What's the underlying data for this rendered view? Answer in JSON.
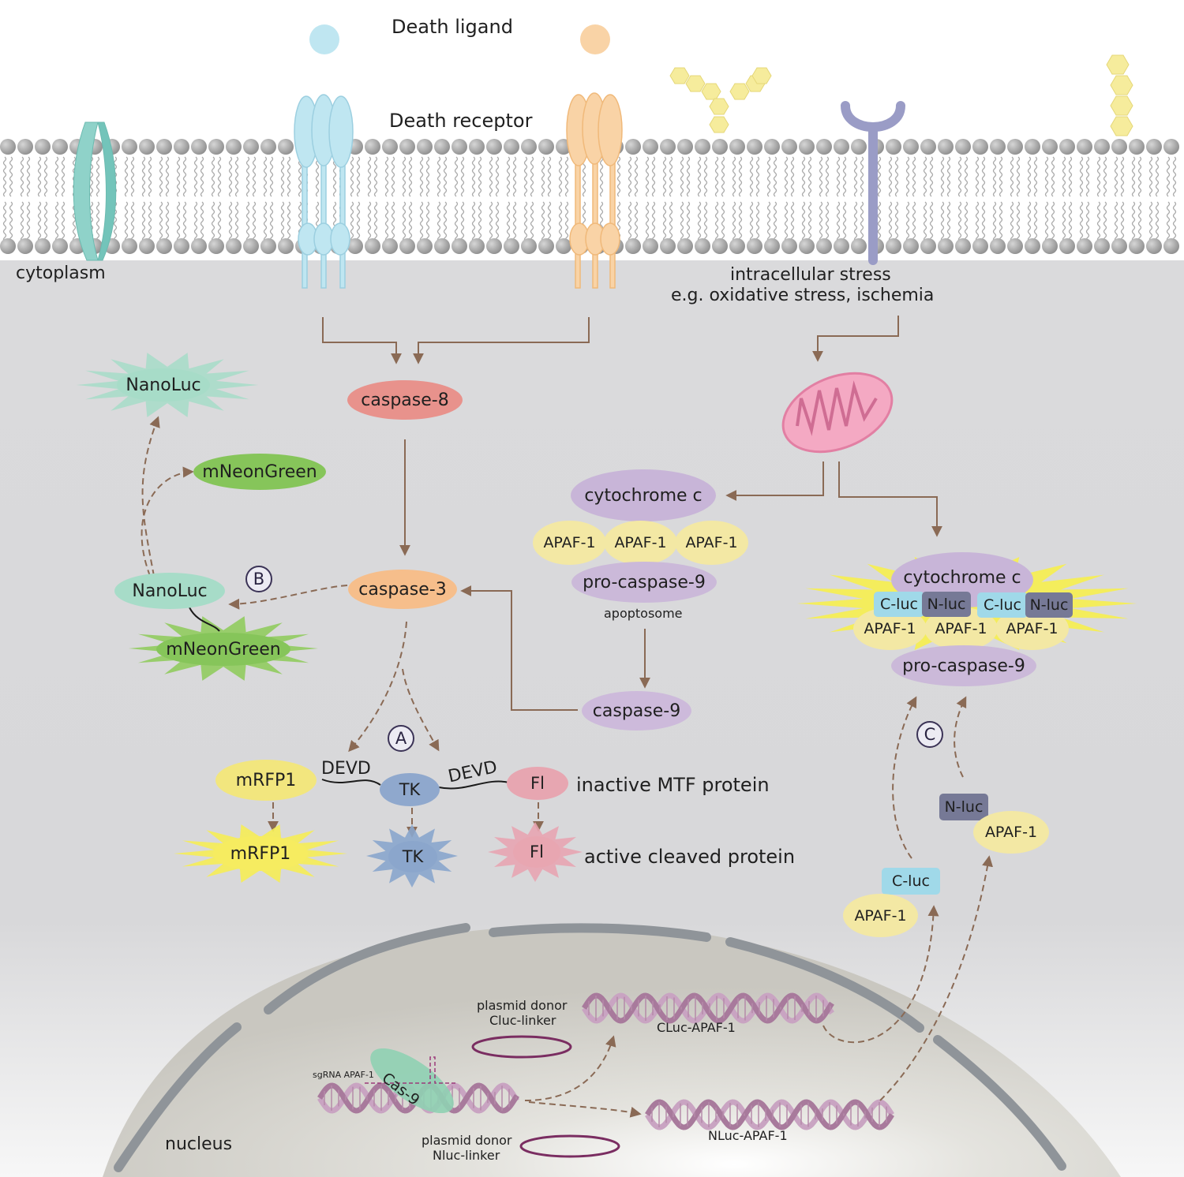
{
  "labels": {
    "death_ligand": "Death ligand",
    "death_receptor": "Death receptor",
    "cytoplasm": "cytoplasm",
    "stress_line1": "intracellular stress",
    "stress_line2": "e.g. oxidative stress, ischemia",
    "apoptosome": "apoptosome",
    "inactive_mtf": "inactive MTF protein",
    "active_cleaved": "active cleaved protein",
    "nucleus": "nucleus",
    "plasmid_cluc_1": "plasmid donor",
    "plasmid_cluc_2": "Cluc-linker",
    "plasmid_nluc_1": "plasmid donor",
    "plasmid_nluc_2": "Nluc-linker",
    "cluc_apaf1": "CLuc-APAF-1",
    "nluc_apaf1": "NLuc-APAF-1",
    "sgrna": "sgRNA APAF-1",
    "cas9": "Cas-9",
    "devd": "DEVD"
  },
  "molecules": {
    "caspase8": "caspase-8",
    "caspase3": "caspase-3",
    "caspase9": "caspase-9",
    "cytochrome_c": "cytochrome c",
    "apaf1": "APAF-1",
    "pro_caspase9": "pro-caspase-9",
    "nanoluc": "NanoLuc",
    "mneongreen": "mNeonGreen",
    "mrfp1": "mRFP1",
    "tk": "TK",
    "fl": "Fl",
    "c_luc": "C-luc",
    "n_luc": "N-luc"
  },
  "markers": {
    "a": "A",
    "b": "B",
    "c": "C"
  },
  "colors": {
    "cytoplasm": "#d9d9db",
    "membrane_head": "#a2a2a2",
    "arrow": "#8a6a55",
    "receptor_blue": "#b7e3ee",
    "receptor_orange": "#f8cf9c",
    "caspase8": "#e59089",
    "caspase3": "#f5bd8a",
    "purple": "#cbb9d9",
    "apaf_yellow": "#f2e6a0",
    "nanoluc_teal": "#a5dcc6",
    "mneongreen": "#8cc85c",
    "mrfp1": "#f1e57a",
    "tk_blue": "#8fa8cc",
    "fl_pink": "#e7a6b0",
    "cluc": "#9fd8e8",
    "nluc": "#757796",
    "mito": "#ef95b4",
    "nucleus": "#c8c6bf"
  }
}
